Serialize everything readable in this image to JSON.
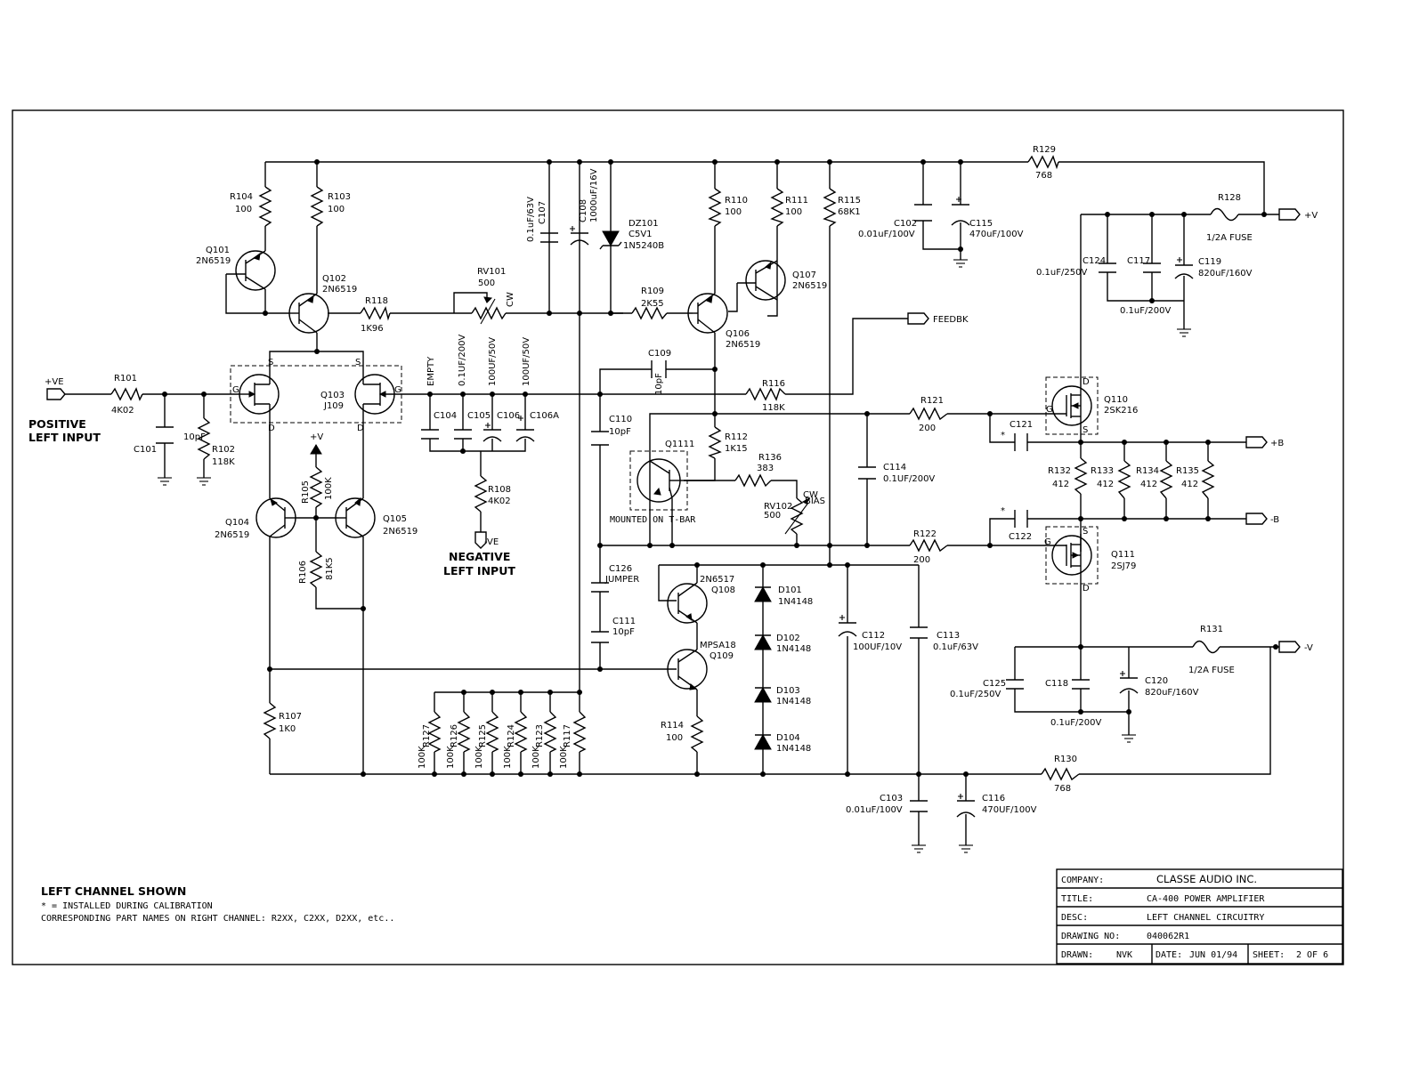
{
  "notes": {
    "heading": "LEFT CHANNEL SHOWN",
    "line1": "* = INSTALLED DURING CALIBRATION",
    "line2": "CORRESPONDING PART NAMES ON RIGHT CHANNEL: R2XX, C2XX, D2XX, etc.."
  },
  "title_block": {
    "company_label": "COMPANY:",
    "company": "CLASSE AUDIO INC.",
    "title_label": "TITLE:",
    "title": "CA-400 POWER AMPLIFIER",
    "desc_label": "DESC:",
    "desc": "LEFT CHANNEL CIRCUITRY",
    "drawing_no_label": "DRAWING NO:",
    "drawing_no": "040062R1",
    "drawn_label": "DRAWN:",
    "drawn": "NVK",
    "date_label": "DATE:",
    "date": "JUN 01/94",
    "sheet_label": "SHEET:",
    "sheet": "2 OF 6"
  },
  "ports": {
    "pos_in": "+VE",
    "pos_in_label1": "POSITIVE",
    "pos_in_label2": "LEFT INPUT",
    "neg_in": "-VE",
    "neg_in_label1": "NEGATIVE",
    "neg_in_label2": "LEFT INPUT",
    "feedbk": "FEEDBK",
    "vpos": "+V",
    "vneg": "-V",
    "bpos": "+B",
    "bneg": "-B",
    "vsmall": "+V"
  },
  "transistors": {
    "q101": [
      "Q101",
      "2N6519"
    ],
    "q102": [
      "Q102",
      "2N6519"
    ],
    "q103": [
      "Q103",
      "J109"
    ],
    "q104": [
      "Q104",
      "2N6519"
    ],
    "q105": [
      "Q105",
      "2N6519"
    ],
    "q106": [
      "Q106",
      "2N6519"
    ],
    "q107": [
      "Q107",
      "2N6519"
    ],
    "q108": [
      "2N6517",
      "Q108"
    ],
    "q109": [
      "MPSA18",
      "Q109"
    ],
    "q1111": [
      "Q1111",
      "MOUNTED  ON  T-BAR"
    ],
    "q110": [
      "Q110",
      "2SK216"
    ],
    "q111": [
      "Q111",
      "2SJ79"
    ]
  },
  "resistors": {
    "r101": [
      "R101",
      "4K02"
    ],
    "r102": [
      "R102",
      "118K"
    ],
    "r103": [
      "R103",
      "100"
    ],
    "r104": [
      "R104",
      "100"
    ],
    "r105": [
      "R105",
      "100K"
    ],
    "r106": [
      "R106",
      "81K5"
    ],
    "r107": [
      "R107",
      "1K0"
    ],
    "r108": [
      "R108",
      "4K02"
    ],
    "r109": [
      "R109",
      "2K55"
    ],
    "r110": [
      "R110",
      "100"
    ],
    "r111": [
      "R111",
      "100"
    ],
    "r112": [
      "R112",
      "1K15"
    ],
    "r114": [
      "R114",
      "100"
    ],
    "r115": [
      "R115",
      "68K1"
    ],
    "r116": [
      "R116",
      "118K"
    ],
    "r118": [
      "R118",
      "1K96"
    ],
    "r121": [
      "R121",
      "200"
    ],
    "r122": [
      "R122",
      "200"
    ],
    "r129": [
      "R129",
      "768"
    ],
    "r130": [
      "R130",
      "768"
    ],
    "r132": [
      "R132",
      "412"
    ],
    "r133": [
      "R133",
      "412"
    ],
    "r134": [
      "R134",
      "412"
    ],
    "r135": [
      "R135",
      "412"
    ],
    "r136": [
      "R136",
      "383"
    ],
    "rv101": [
      "RV101",
      "500",
      "CW"
    ],
    "rv102": [
      "RV102",
      "500",
      "CW",
      "BIAS"
    ],
    "bank": [
      [
        "R127",
        "100K"
      ],
      [
        "R126",
        "100K"
      ],
      [
        "R125",
        "100K"
      ],
      [
        "R124",
        "100K"
      ],
      [
        "R123",
        "100K"
      ],
      [
        "R117",
        "100K"
      ]
    ]
  },
  "capacitors": {
    "c101": "C101",
    "c102": [
      "C102",
      "0.01uF/100V"
    ],
    "c103": [
      "C103",
      "0.01uF/100V"
    ],
    "c104": "C104",
    "c105": [
      "C105",
      "0.1UF/200V"
    ],
    "c106": [
      "C106",
      "100UF/50V"
    ],
    "c106a": [
      "C106A",
      "100UF/50V"
    ],
    "empty": "EMPTY",
    "c107": [
      "C107",
      "0.1uF/63V"
    ],
    "c108": [
      "C108",
      "1000uF/16V"
    ],
    "c109": [
      "C109",
      "10pF"
    ],
    "c110": [
      "C110",
      "10pF"
    ],
    "c111": [
      "C111",
      "10pF"
    ],
    "c112": [
      "C112",
      "100UF/10V"
    ],
    "c113": [
      "C113",
      "0.1uF/63V"
    ],
    "c114": [
      "C114",
      "0.1UF/200V"
    ],
    "c115": [
      "C115",
      "470uF/100V"
    ],
    "c116": [
      "C116",
      "470UF/100V"
    ],
    "c117": [
      "C117",
      "0.1uF/200V"
    ],
    "c118": [
      "C118",
      "0.1uF/200V"
    ],
    "c119": [
      "C119",
      "820uF/160V"
    ],
    "c120": [
      "C120",
      "820uF/160V"
    ],
    "c121": "C121",
    "c122": "C122",
    "c124": [
      "C124",
      "0.1uF/250V"
    ],
    "c125": [
      "C125",
      "0.1uF/250V"
    ],
    "c126": [
      "C126",
      "JUMPER"
    ],
    "c101val": "10pF",
    "star": "*"
  },
  "diodes": {
    "dz101": [
      "DZ101",
      "C5V1",
      "1N5240B"
    ],
    "d101": [
      "D101",
      "1N4148"
    ],
    "d102": [
      "D102",
      "1N4148"
    ],
    "d103": [
      "D103",
      "1N4148"
    ],
    "d104": [
      "D104",
      "1N4148"
    ]
  },
  "fuses": {
    "r128": [
      "R128",
      "1/2A  FUSE"
    ],
    "r131": [
      "R131",
      "1/2A  FUSE"
    ]
  },
  "pins": {
    "g": "G",
    "s": "S",
    "d": "D"
  }
}
